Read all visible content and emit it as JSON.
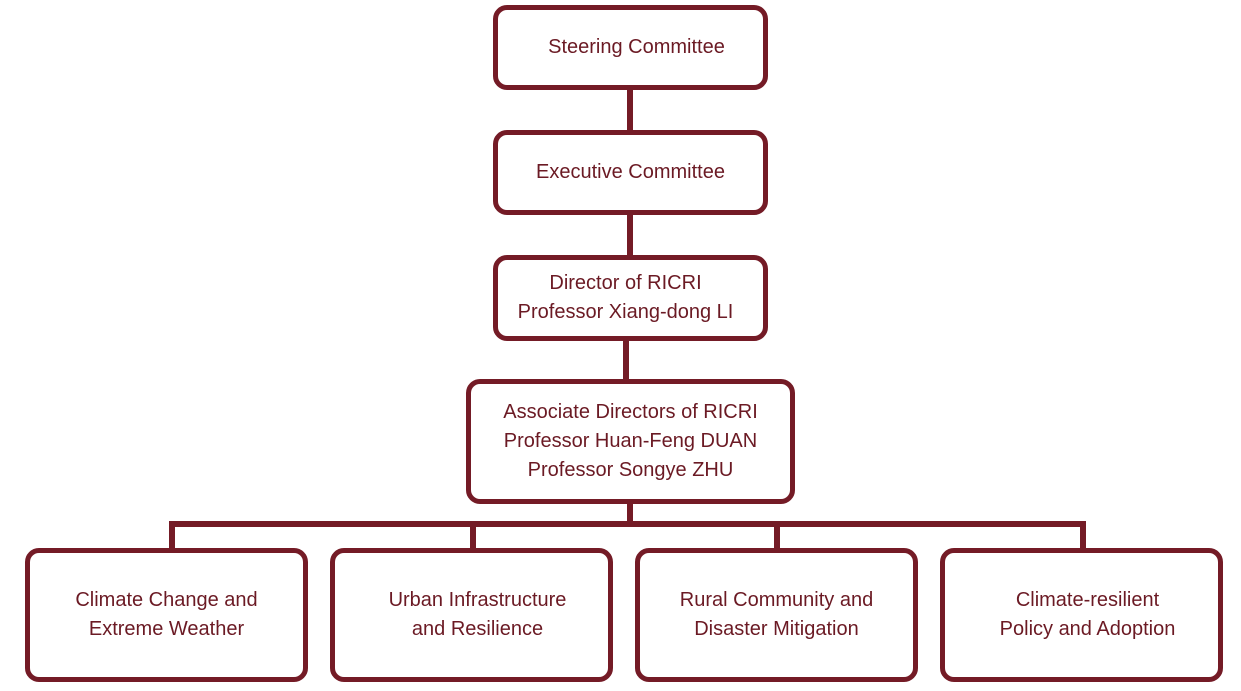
{
  "colors": {
    "stroke": "#741b26",
    "text": "#6b1a24",
    "background": "#ffffff"
  },
  "org_chart": {
    "steering_committee": {
      "label": "Steering Committee"
    },
    "executive_committee": {
      "label": "Executive Committee"
    },
    "director": {
      "title": "Director of RICRI",
      "name": "Professor Xiang-dong LI"
    },
    "associate_directors": {
      "title": "Associate Directors of RICRI",
      "names": [
        "Professor Huan-Feng DUAN",
        "Professor Songye ZHU"
      ]
    },
    "themes": [
      {
        "line1": "Climate Change and",
        "line2": "Extreme Weather"
      },
      {
        "line1": "Urban Infrastructure",
        "line2": "and Resilience"
      },
      {
        "line1": "Rural Community and",
        "line2": "Disaster Mitigation"
      },
      {
        "line1": "Climate-resilient",
        "line2": "Policy and Adoption"
      }
    ]
  }
}
